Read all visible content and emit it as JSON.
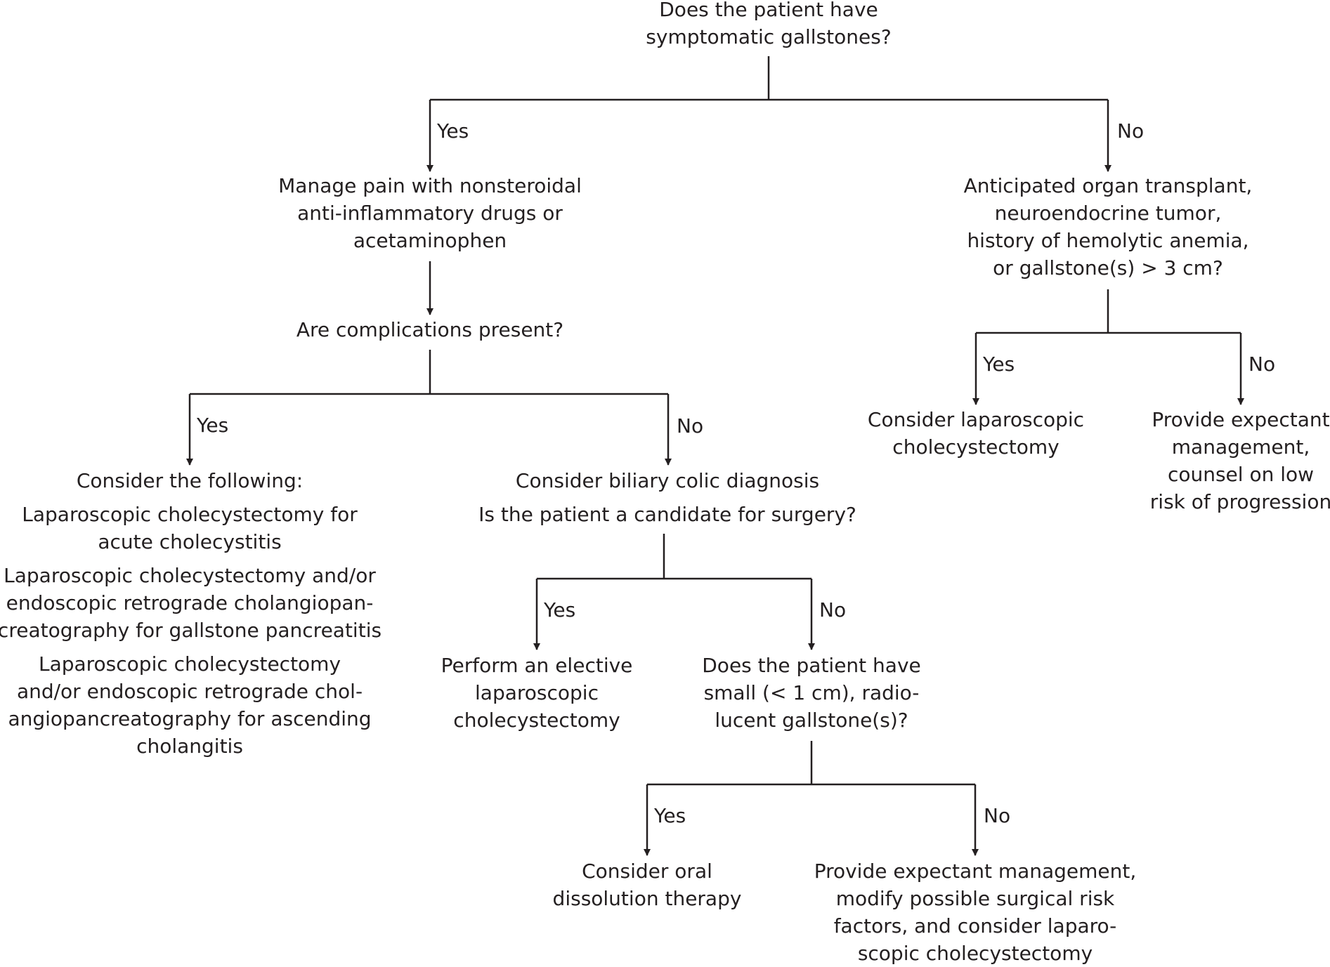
{
  "nodes": {
    "root": [
      "Does the patient have",
      "symptomatic gallstones?"
    ],
    "manage_pain": [
      "Manage pain with nonsteroidal",
      "anti-inflammatory drugs or",
      "acetaminophen"
    ],
    "complications": [
      "Are complications present?"
    ],
    "consider_following": {
      "heading": "Consider the following:",
      "items": [
        [
          "Laparoscopic cholecystectomy for",
          "acute cholecystitis"
        ],
        [
          "Laparoscopic cholecystectomy and/or",
          "endoscopic retrograde cholangiopan-",
          "creatography for gallstone pancreatitis"
        ],
        [
          "Laparoscopic cholecystectomy",
          "and/or endoscopic retrograde chol-",
          "angiopancreatography for ascending",
          "cholangitis"
        ]
      ]
    },
    "biliary_colic": [
      "Consider biliary colic diagnosis",
      "Is the patient a candidate for surgery?"
    ],
    "elective_surgery": [
      "Perform an elective",
      "laparoscopic",
      "cholecystectomy"
    ],
    "small_radiolucent": [
      "Does the patient have",
      "small (< 1 cm), radio-",
      "lucent gallstone(s)?"
    ],
    "oral_dissolution": [
      "Consider oral",
      "dissolution therapy"
    ],
    "expectant_modify": [
      "Provide expectant management,",
      "modify possible surgical risk",
      "factors, and consider laparo-",
      "scopic cholecystectomy"
    ],
    "transplant_question": [
      "Anticipated organ transplant,",
      "neuroendocrine tumor,",
      "history of hemolytic anemia,",
      "or gallstone(s) > 3 cm?"
    ],
    "consider_lap": [
      "Consider laparoscopic",
      "cholecystectomy"
    ],
    "expectant_counsel": [
      "Provide expectant",
      "management,",
      "counsel on low",
      "risk of progression"
    ]
  },
  "branch_labels": {
    "root_yes": "Yes",
    "root_no": "No",
    "complications_yes": "Yes",
    "complications_no": "No",
    "surgery_yes": "Yes",
    "surgery_no": "No",
    "small_yes": "Yes",
    "small_no": "No",
    "transplant_yes": "Yes",
    "transplant_no": "No"
  },
  "colors": {
    "line": "#231f20",
    "text": "#231f20"
  }
}
